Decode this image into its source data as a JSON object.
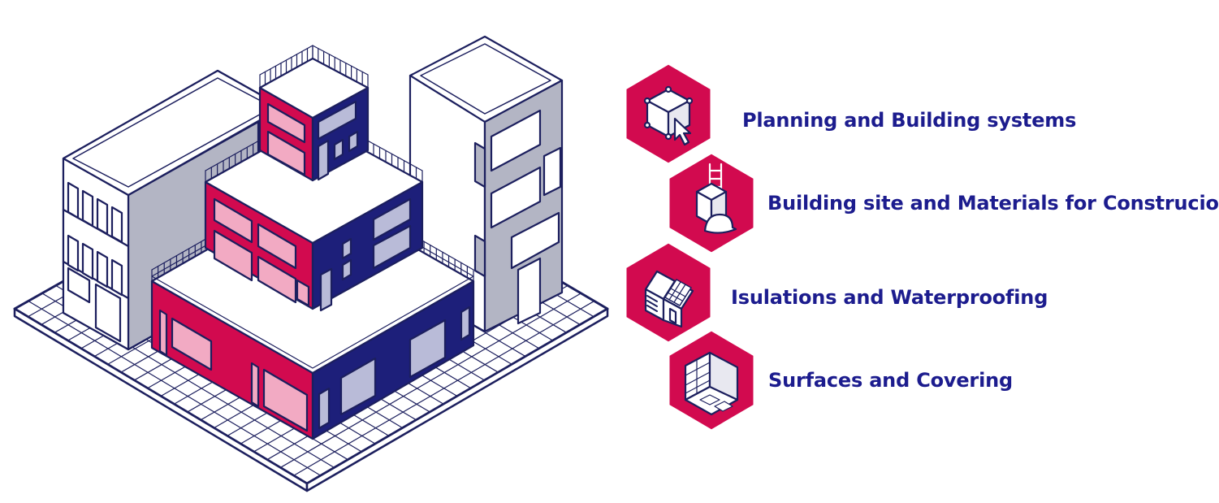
{
  "palette": {
    "crimson": "#d20a4f",
    "navy": "#1d1f7a",
    "outline": "#1c1f5e",
    "wall_grey": "#b3b5c4",
    "window_pink": "#f2aac3",
    "window_lavender": "#b9bbd8",
    "label_blue": "#1c1c8e"
  },
  "categories": [
    {
      "label": "Planning and Building systems",
      "icon": "cube-cursor-icon"
    },
    {
      "label": "Building site and Materials for Construcion",
      "icon": "scaffold-helmet-icon"
    },
    {
      "label": "Isulations and Waterproofing",
      "icon": "house-solar-panel-icon"
    },
    {
      "label": "Surfaces and Covering",
      "icon": "tiled-room-icon"
    }
  ]
}
